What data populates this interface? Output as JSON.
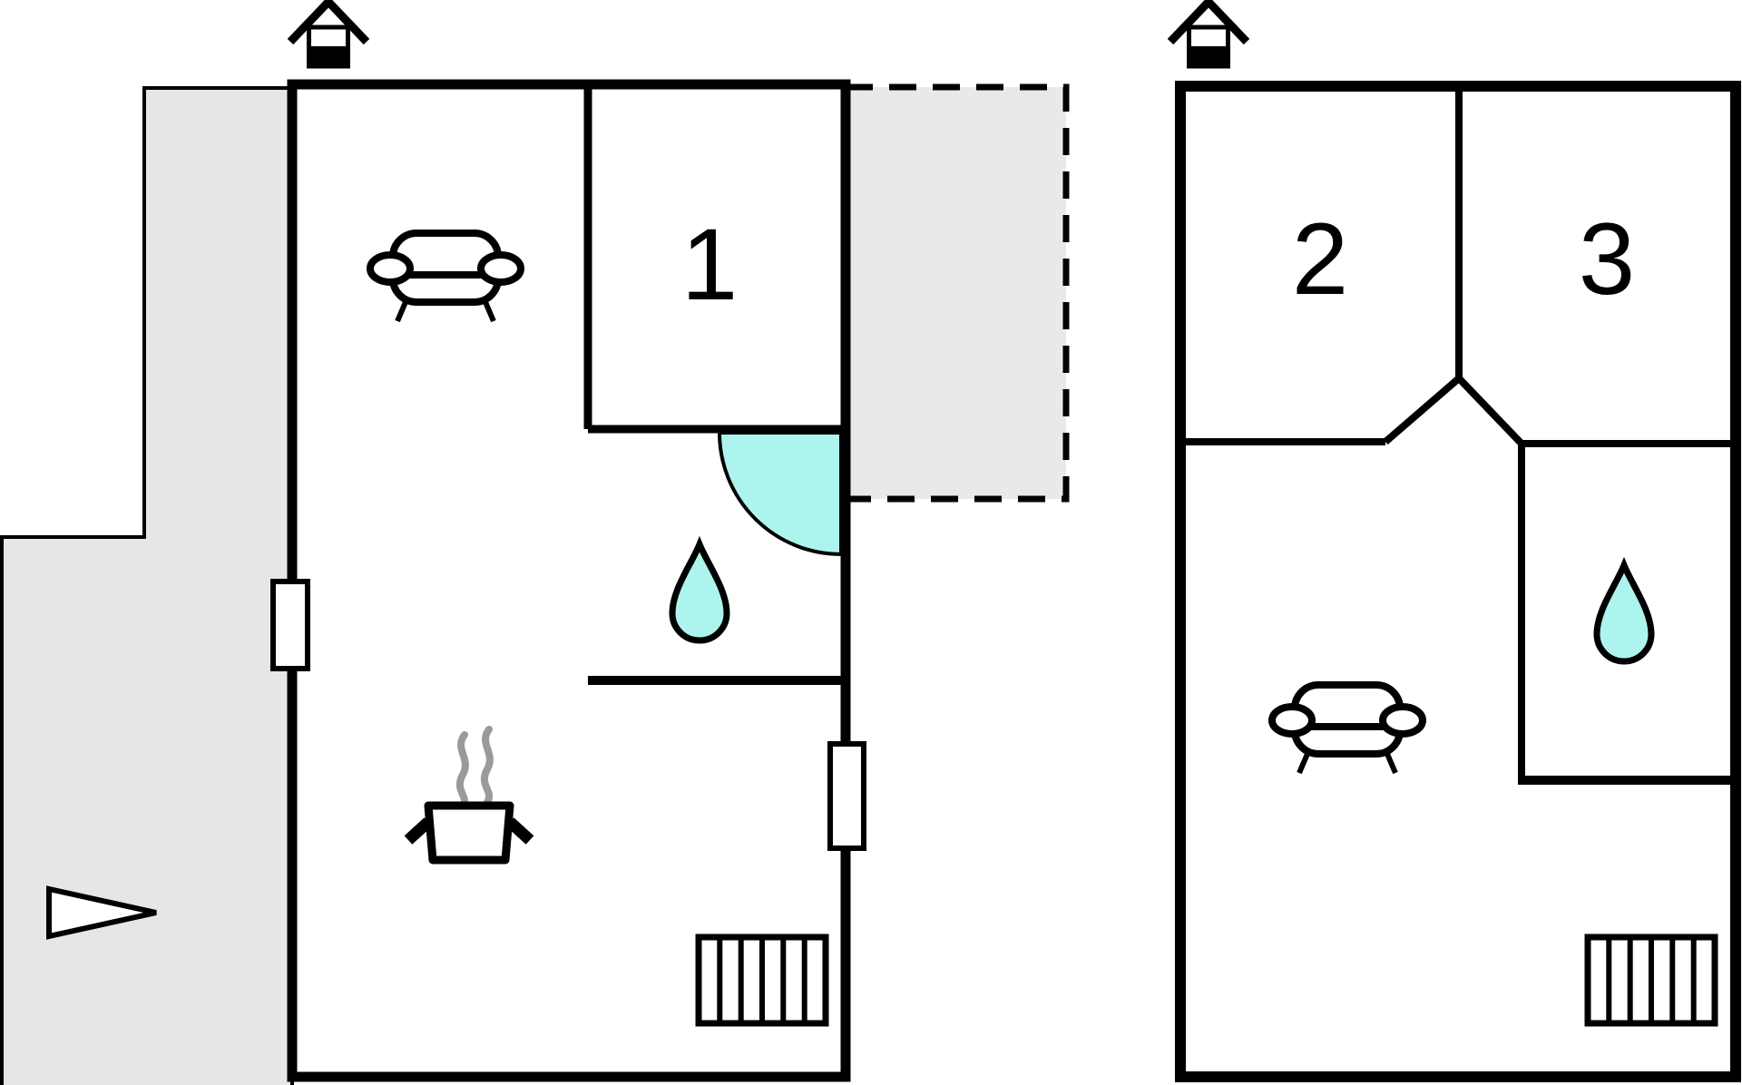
{
  "colors": {
    "wall": "#000000",
    "background": "#ffffff",
    "water": "#adf4ee",
    "terrace": "#e6e6e6",
    "annex": "#e9e9e9",
    "steam": "#9a9a9a"
  },
  "floors": [
    {
      "name": "left-floor",
      "rooms": [
        {
          "label": "1"
        }
      ],
      "icons": [
        "chimney-house",
        "sofa",
        "stove-pot",
        "steam",
        "water-drop",
        "door-swing",
        "stairs",
        "direction-arrow",
        "window-marker",
        "terrace",
        "dashed-annex"
      ]
    },
    {
      "name": "right-floor",
      "rooms": [
        {
          "label": "2"
        },
        {
          "label": "3"
        }
      ],
      "icons": [
        "chimney-house",
        "sofa",
        "water-drop",
        "stairs"
      ]
    }
  ]
}
